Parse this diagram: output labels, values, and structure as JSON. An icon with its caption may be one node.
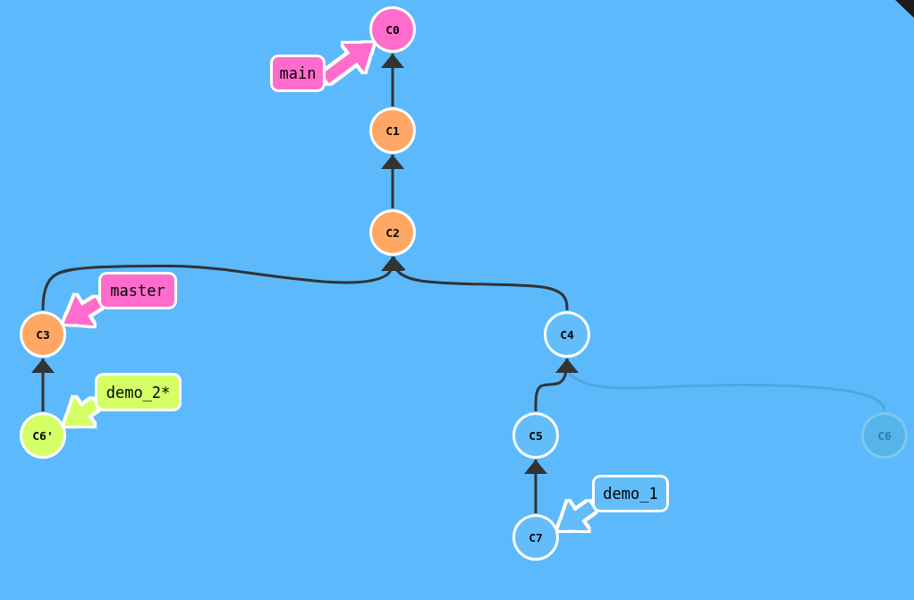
{
  "diagram": {
    "nodes": [
      {
        "text": [
          "C0"
        ]
      },
      {
        "text": [
          "main"
        ]
      },
      {
        "text": [
          "C1"
        ]
      },
      {
        "text": [
          "C2"
        ]
      },
      {
        "text": [
          "master"
        ]
      },
      {
        "text": [
          "C3"
        ]
      },
      {
        "text": [
          "C4"
        ]
      },
      {
        "text": [
          "demo_2*"
        ]
      },
      {
        "text": [
          "C6'"
        ]
      },
      {
        "text": [
          "C5"
        ]
      },
      {
        "text": [
          "C6"
        ]
      },
      {
        "text": [
          "demo_1"
        ]
      },
      {
        "text": [
          "C7"
        ]
      }
    ],
    "edges": [
      {
        "from": 1,
        "to": 0,
        "arrow": "to",
        "style": "thick",
        "color": "#ff6ccb"
      },
      {
        "from": 2,
        "to": 0,
        "arrow": "to"
      },
      {
        "from": 3,
        "to": 2,
        "arrow": "to"
      },
      {
        "from": 5,
        "to": 3,
        "arrow": "to"
      },
      {
        "from": 6,
        "to": 3,
        "arrow": "to"
      },
      {
        "from": 4,
        "to": 5,
        "arrow": "to",
        "style": "thick",
        "color": "#ff6ccb"
      },
      {
        "from": 8,
        "to": 5,
        "arrow": "to"
      },
      {
        "from": 7,
        "to": 8,
        "arrow": "to",
        "style": "thick",
        "color": "#d4ff66"
      },
      {
        "from": 10,
        "to": 6,
        "arrow": "to",
        "color": "#4fa7e0"
      },
      {
        "from": 9,
        "to": 6,
        "arrow": "to"
      },
      {
        "from": 12,
        "to": 9,
        "arrow": "to"
      },
      {
        "from": 11,
        "to": 12,
        "arrow": "to",
        "style": "thick",
        "color": "#63bdfb"
      }
    ]
  }
}
